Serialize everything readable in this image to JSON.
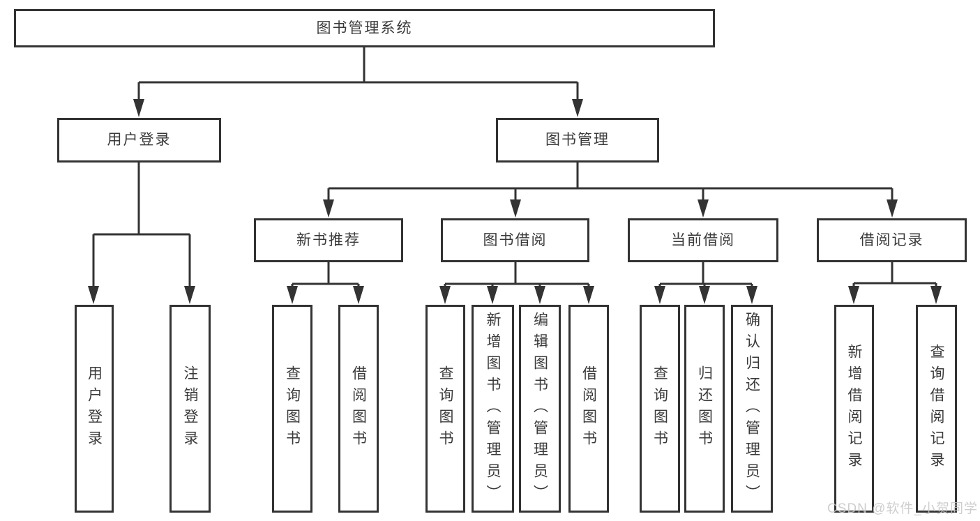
{
  "diagram": {
    "title": "图书管理系统",
    "watermark": "CSDN @软件_小贺同学",
    "colors": {
      "line": "#333333",
      "text": "#3a3a3a",
      "watermark": "#c6c6c6",
      "background": "#ffffff"
    },
    "nodes": {
      "root": {
        "label": "图书管理系统",
        "level": 1,
        "parent": null
      },
      "user_login": {
        "label": "用户登录",
        "level": 2,
        "parent": "root"
      },
      "book_management": {
        "label": "图书管理",
        "level": 2,
        "parent": "root"
      },
      "leaf_user_login": {
        "label": "用户登录",
        "level": 3,
        "parent": "user_login"
      },
      "leaf_logout": {
        "label": "注销登录",
        "level": 3,
        "parent": "user_login"
      },
      "new_book_recommend": {
        "label": "新书推荐",
        "level": 3,
        "parent": "book_management"
      },
      "book_borrow": {
        "label": "图书借阅",
        "level": 3,
        "parent": "book_management"
      },
      "current_borrow": {
        "label": "当前借阅",
        "level": 3,
        "parent": "book_management"
      },
      "borrow_records": {
        "label": "借阅记录",
        "level": 3,
        "parent": "book_management"
      },
      "nr_query_books": {
        "label": "查询图书",
        "level": 4,
        "parent": "new_book_recommend"
      },
      "nr_borrow_books": {
        "label": "借阅图书",
        "level": 4,
        "parent": "new_book_recommend"
      },
      "bb_query_books": {
        "label": "查询图书",
        "level": 4,
        "parent": "book_borrow"
      },
      "bb_add_books": {
        "label": "新增图书（管理员）",
        "level": 4,
        "parent": "book_borrow"
      },
      "bb_edit_books": {
        "label": "编辑图书（管理员）",
        "level": 4,
        "parent": "book_borrow"
      },
      "bb_borrow_books": {
        "label": "借阅图书",
        "level": 4,
        "parent": "book_borrow"
      },
      "cb_query_books": {
        "label": "查询图书",
        "level": 4,
        "parent": "current_borrow"
      },
      "cb_return_books": {
        "label": "归还图书",
        "level": 4,
        "parent": "current_borrow"
      },
      "cb_confirm_return": {
        "label": "确认归还（管理员）",
        "level": 4,
        "parent": "current_borrow"
      },
      "br_add_record": {
        "label": "新增借阅记录",
        "level": 4,
        "parent": "borrow_records"
      },
      "br_query_record": {
        "label": "查询借阅记录",
        "level": 4,
        "parent": "borrow_records"
      }
    }
  }
}
